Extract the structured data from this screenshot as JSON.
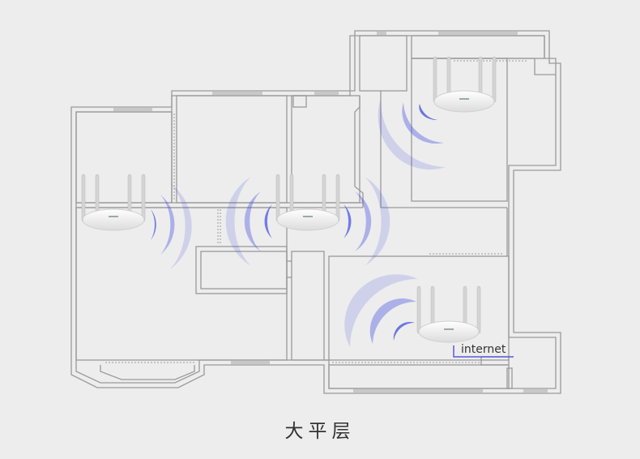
{
  "caption": "大平层",
  "internet_label": "internet",
  "colors": {
    "background": "#ededed",
    "wall": "#9a9a9a",
    "signal": "#4a55e0",
    "router": "#ffffff",
    "internet_line": "#5a5ae0"
  },
  "routers": [
    {
      "id": "router-living-left",
      "signal": "right"
    },
    {
      "id": "router-center",
      "signal": "both"
    },
    {
      "id": "router-top-right",
      "signal": "left-down"
    },
    {
      "id": "router-bottom-right",
      "signal": "left-up",
      "connected_to": "internet"
    }
  ]
}
